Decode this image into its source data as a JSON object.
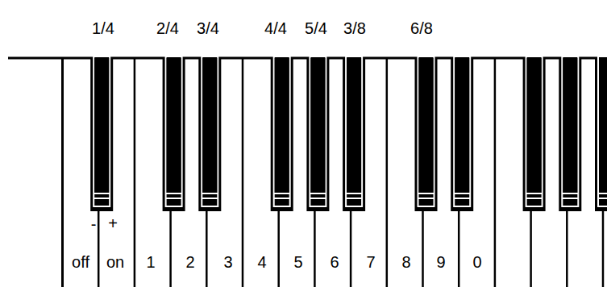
{
  "diagram": {
    "labels": [
      "1/4",
      "2/4",
      "3/4",
      "4/4",
      "5/4",
      "3/8",
      "6/8",
      "-",
      "+",
      "off",
      "on",
      "1",
      "2",
      "3",
      "4",
      "5",
      "6",
      "7",
      "8",
      "9",
      "0"
    ]
  }
}
